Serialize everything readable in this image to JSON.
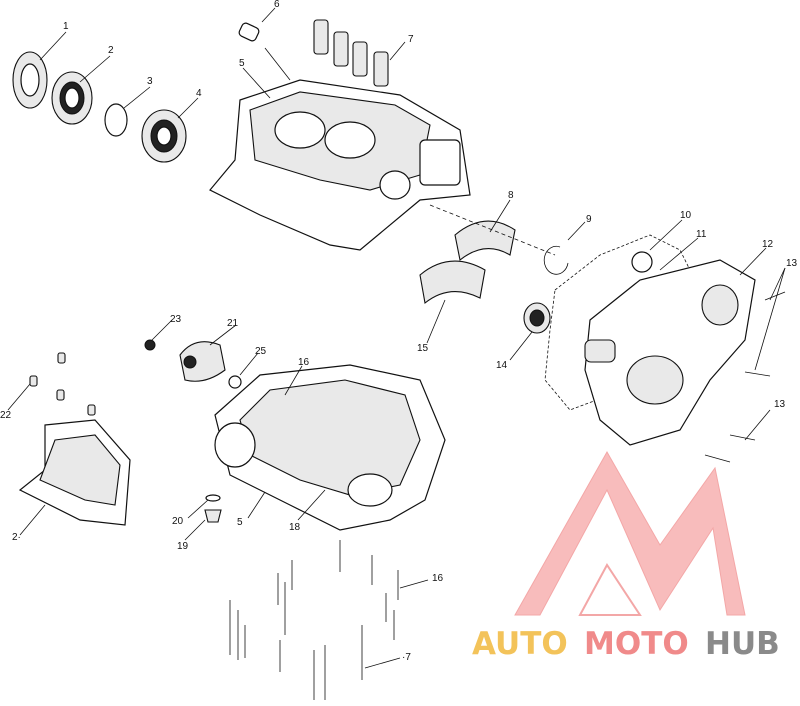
{
  "labels": [
    {
      "id": "1",
      "text": "1"
    },
    {
      "id": "2",
      "text": "2"
    },
    {
      "id": "3",
      "text": "3"
    },
    {
      "id": "4",
      "text": "4"
    },
    {
      "id": "5a",
      "text": "5"
    },
    {
      "id": "6",
      "text": "6"
    },
    {
      "id": "7a",
      "text": "7"
    },
    {
      "id": "8",
      "text": "8"
    },
    {
      "id": "9",
      "text": "9"
    },
    {
      "id": "10",
      "text": "10"
    },
    {
      "id": "11",
      "text": "11"
    },
    {
      "id": "12",
      "text": "12"
    },
    {
      "id": "13a",
      "text": "13"
    },
    {
      "id": "13b",
      "text": "13"
    },
    {
      "id": "14",
      "text": "14"
    },
    {
      "id": "15",
      "text": "15"
    },
    {
      "id": "16a",
      "text": "16"
    },
    {
      "id": "16b",
      "text": "16"
    },
    {
      "id": "7b",
      "text": "·7"
    },
    {
      "id": "5b",
      "text": "5"
    },
    {
      "id": "18",
      "text": "18"
    },
    {
      "id": "19",
      "text": "19"
    },
    {
      "id": "20",
      "text": "20"
    },
    {
      "id": "21",
      "text": "21"
    },
    {
      "id": "22",
      "text": "22"
    },
    {
      "id": "23",
      "text": "23"
    },
    {
      "id": "25",
      "text": "25"
    },
    {
      "id": "2b",
      "text": "2·"
    }
  ],
  "watermark": {
    "part1": "AUTO",
    "part2": "MOTO",
    "part3": "HUB",
    "logo_color": "#f08a8a"
  }
}
